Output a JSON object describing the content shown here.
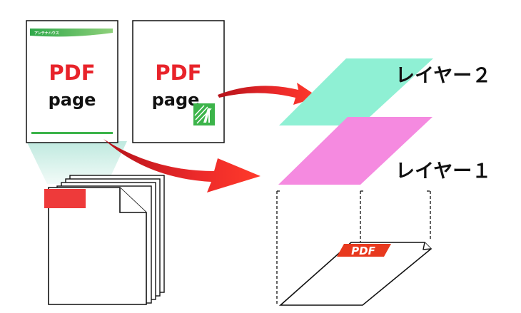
{
  "page1": {
    "header_label": "アンテナハウス",
    "pdf_text": "PDF",
    "page_text": "page"
  },
  "page2": {
    "pdf_text": "PDF",
    "page_text": "page"
  },
  "layers": {
    "layer2_label": "レイヤー２",
    "layer1_label": "レイヤー１"
  },
  "result": {
    "badge_text": "PDF"
  },
  "colors": {
    "pdf_red": "#e8232a",
    "green": "#3cb44a",
    "layer2_fill": "#8ff0d4",
    "layer1_fill": "#f58ae0",
    "arrow_red": "#e8232a",
    "projection_fill": "#cdeee6"
  }
}
